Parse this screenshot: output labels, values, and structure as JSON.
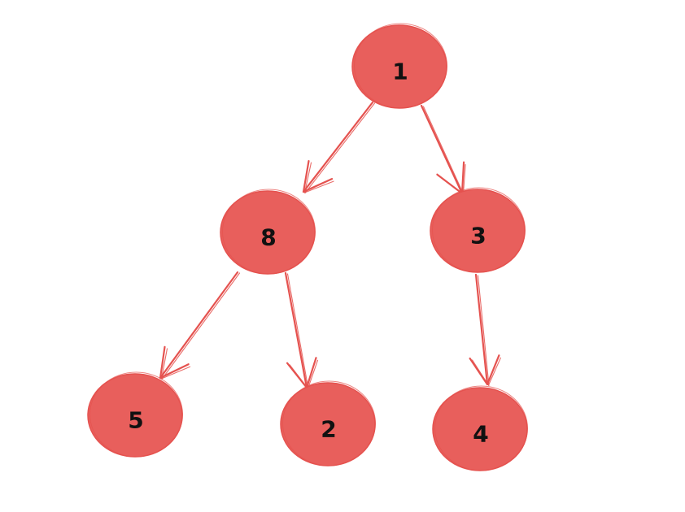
{
  "tree": {
    "colors": {
      "node_fill": "#E85F5C",
      "node_stroke": "#E5524F",
      "edge": "#E5524F",
      "label": "#111111"
    },
    "nodes": [
      {
        "id": "n1",
        "label": "1"
      },
      {
        "id": "n8",
        "label": "8"
      },
      {
        "id": "n3",
        "label": "3"
      },
      {
        "id": "n5",
        "label": "5"
      },
      {
        "id": "n2",
        "label": "2"
      },
      {
        "id": "n4",
        "label": "4"
      }
    ],
    "edges": [
      {
        "from": "n1",
        "to": "n8"
      },
      {
        "from": "n1",
        "to": "n3"
      },
      {
        "from": "n8",
        "to": "n5"
      },
      {
        "from": "n8",
        "to": "n2"
      },
      {
        "from": "n3",
        "to": "n4"
      }
    ]
  }
}
